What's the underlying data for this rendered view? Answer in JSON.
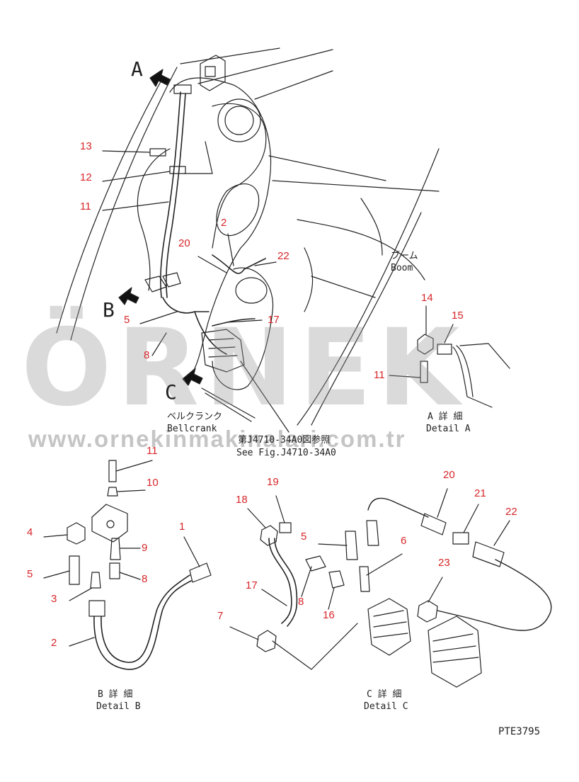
{
  "watermark": {
    "brand": "ÖRNEK",
    "url": "www.ornekinmakinalari.com.tr",
    "color": "#969696",
    "accent": "#f2d36b"
  },
  "view_letters": {
    "a": "A",
    "b": "B",
    "c": "C"
  },
  "boom": {
    "jp": "ブーム",
    "en": "Boom"
  },
  "bellcrank": {
    "jp": "ベルクランク",
    "en": "Bellcrank"
  },
  "see_fig": {
    "jp": "第J4710-34A0図参照",
    "en": "See Fig.J4710-34A0"
  },
  "detail_a": {
    "jp": "A 詳 細",
    "en": "Detail A"
  },
  "detail_b": {
    "jp": "B 詳 細",
    "en": "Detail B"
  },
  "detail_c": {
    "jp": "C 詳 細",
    "en": "Detail C"
  },
  "code": "PTE3795",
  "callouts": {
    "main": [
      "13",
      "12",
      "11",
      "2",
      "20",
      "22",
      "5",
      "17",
      "8"
    ],
    "detail_a": [
      "14",
      "15",
      "11"
    ],
    "detail_b": [
      "11",
      "10",
      "4",
      "9",
      "5",
      "8",
      "3",
      "1",
      "2"
    ],
    "detail_c": [
      "19",
      "18",
      "5",
      "6",
      "20",
      "21",
      "22",
      "17",
      "8",
      "16",
      "7",
      "23"
    ]
  },
  "colors": {
    "callout": "#d7262a",
    "line": "#222222"
  }
}
